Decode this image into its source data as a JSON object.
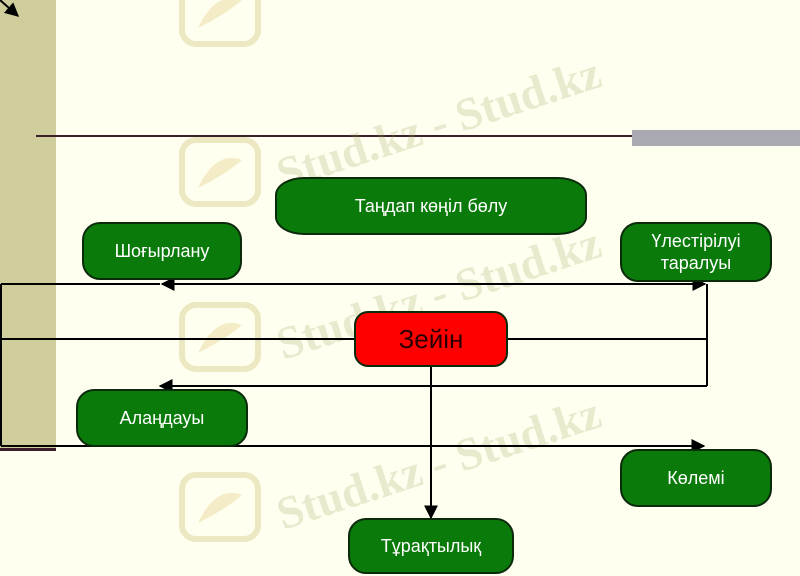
{
  "watermark": "Stud.kz - Stud.kz",
  "colors": {
    "node_fill": "#0a7a0a",
    "center_fill": "#ff0000",
    "line": "#000000",
    "background": "#fffff0",
    "band": "#cfcd9c"
  },
  "nodes": {
    "selective": "Таңдап көңіл бөлу",
    "distraction": "Шоғырлану",
    "distribution": "Үлестірілуі таралуы",
    "center": "Зейін",
    "absent": "Алаңдауы",
    "volume": "Көлемі",
    "stability": "Тұрақтылық"
  }
}
